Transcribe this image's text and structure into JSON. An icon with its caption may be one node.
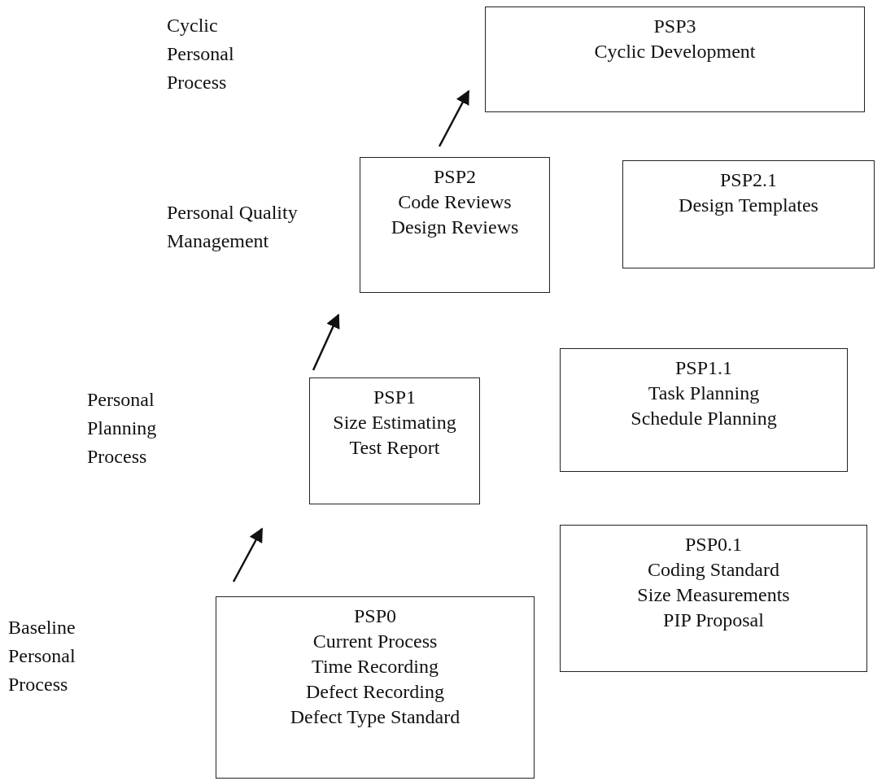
{
  "diagram": {
    "nodes": [
      {
        "text": [
          "PSP3",
          "Cyclic Development"
        ]
      },
      {
        "text": [
          "PSP2",
          "Code Reviews",
          "Design Reviews"
        ]
      },
      {
        "text": [
          "PSP2.1",
          "Design Templates"
        ]
      },
      {
        "text": [
          "PSP1",
          "Size Estimating",
          "Test Report"
        ]
      },
      {
        "text": [
          "PSP1.1",
          "Task Planning",
          "Schedule Planning"
        ]
      },
      {
        "text": [
          "PSP0",
          "Current Process",
          "Time Recording",
          "Defect Recording",
          "Defect Type Standard"
        ]
      },
      {
        "text": [
          "PSP0.1",
          "Coding Standard",
          "Size Measurements",
          "PIP Proposal"
        ]
      }
    ],
    "labels": [
      "Cyclic Personal Process",
      "Personal Quality Management",
      "Personal Planning Process",
      "Baseline Personal Process"
    ]
  }
}
